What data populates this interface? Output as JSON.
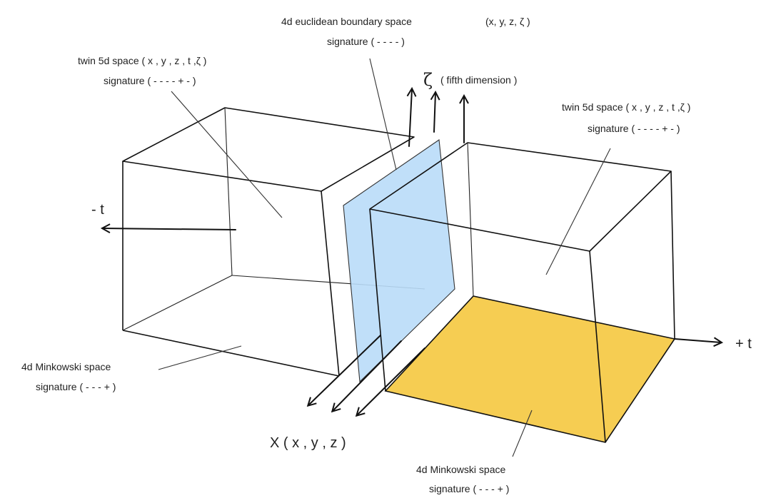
{
  "labels": {
    "euclid_title": "4d euclidean boundary space",
    "euclid_coords": "(x, y, z, ζ )",
    "euclid_sig": "signature ( - - - - )",
    "twin_left_title": "twin 5d space ( x , y , z , t ,ζ )",
    "twin_left_sig": "signature ( - - - - + - )",
    "twin_right_title": "twin 5d space ( x , y , z , t ,ζ )",
    "twin_right_sig": "signature ( - - - - + - )",
    "zeta_symbol": "ζ",
    "zeta_desc": "( fifth dimension )",
    "minus_t": "- t",
    "plus_t": "+ t",
    "mink_left_title": "4d Minkowski space",
    "mink_left_sig": "signature ( - - - + )",
    "mink_right_title": "4d Minkowski space",
    "mink_right_sig": "signature ( - - - + )",
    "x_axis": "X ( x , y , z )"
  },
  "colors": {
    "boundary_plane": "#b9dbf8",
    "minkowski_floor": "#f6cd52",
    "line": "#111111"
  }
}
